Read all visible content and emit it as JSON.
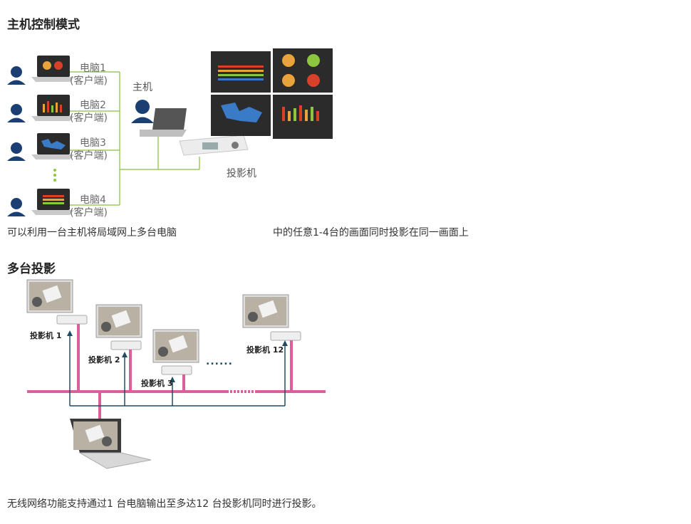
{
  "section1": {
    "title": "主机控制模式",
    "clients": [
      {
        "name": "电脑1",
        "role": "(客户端)"
      },
      {
        "name": "电脑2",
        "role": "(客户端)"
      },
      {
        "name": "电脑3",
        "role": "(客户端)"
      },
      {
        "name": "电脑4",
        "role": "(客户端)"
      }
    ],
    "host_label": "主机",
    "projector_label": "投影机",
    "caption_left": "可以利用一台主机将局域网上多台电脑",
    "caption_right": "中的任意1-4台的画面同时投影在同一画面上",
    "colors": {
      "line": "#9dc862",
      "dots": "#8cc63f",
      "screen": "#2b2b2b"
    }
  },
  "section2": {
    "title": "多台投影",
    "projectors": [
      "投影机 1",
      "投影机 2",
      "投影机 3",
      "投影机 12"
    ],
    "dots": "......",
    "caption": "无线网络功能支持通过1 台电脑输出至多达12 台投影机同时进行投影。",
    "colors": {
      "network": "#d9609a",
      "cable": "#1e4d63"
    }
  }
}
